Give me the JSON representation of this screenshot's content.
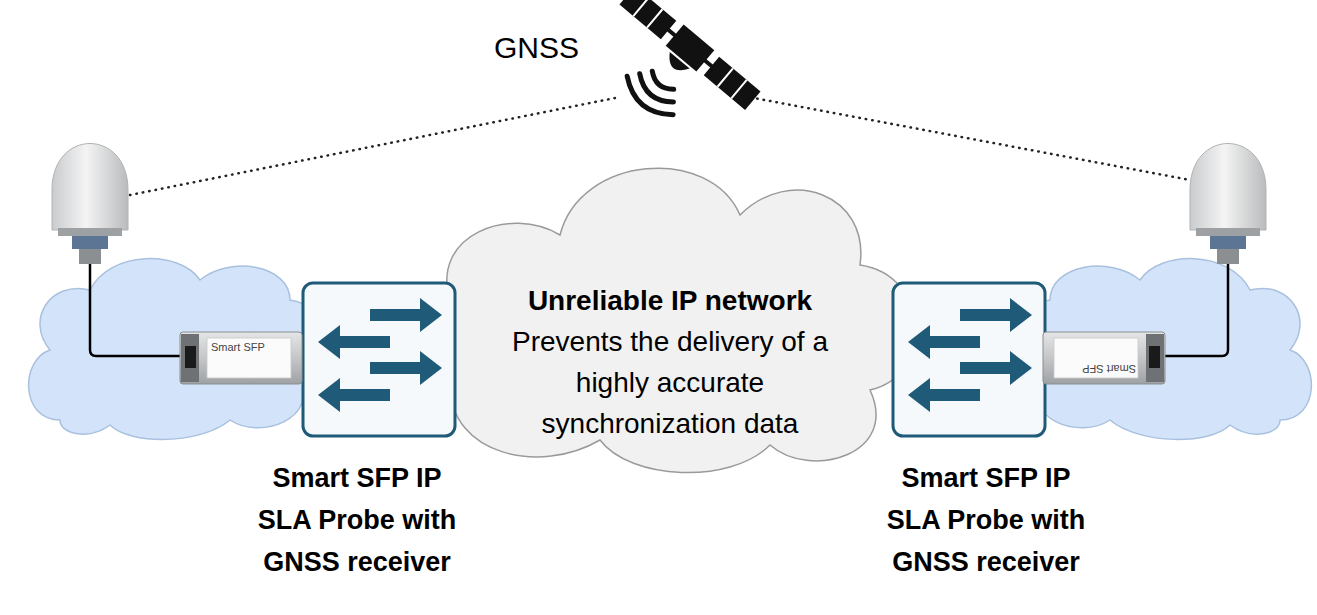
{
  "diagram": {
    "nodes": [
      {
        "text": [
          "Unreliable IP network",
          "Prevents the delivery of a highly accurate synchronization data"
        ]
      }
    ],
    "labels": [
      "GNSS",
      "Smart SFP",
      "Smart SFP",
      "Smart SFP IP SLA Probe with GNSS receiver",
      "Smart SFP IP SLA Probe with GNSS receiver"
    ]
  }
}
